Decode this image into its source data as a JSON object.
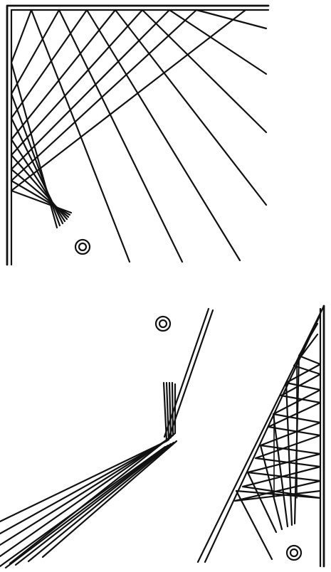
{
  "figure": {
    "panels": [
      {
        "name": "top-panel"
      },
      {
        "name": "bottom-left-panel"
      },
      {
        "name": "bottom-right-panel"
      }
    ],
    "colors": {
      "ink": "#111111",
      "background": "#ffffff"
    },
    "markers": [
      "target-marker",
      "target-marker",
      "target-marker"
    ]
  }
}
